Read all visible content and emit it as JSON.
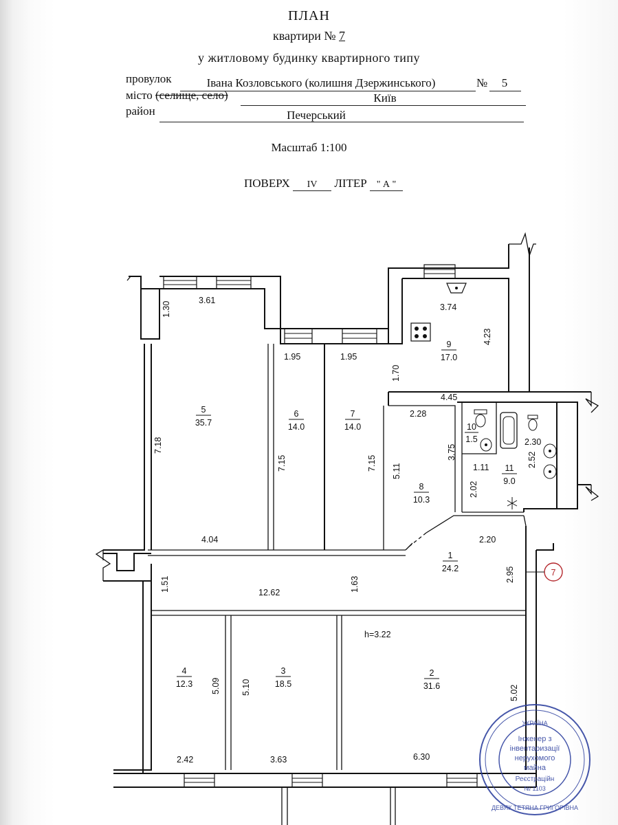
{
  "header": {
    "title": "ПЛАН",
    "apartment_label": "квартири №",
    "apartment_number": "7",
    "building_type": "у житловому будинку квартирного типу",
    "street_label": "провулок",
    "street_value": "Івана Козловського (колишня Дзержинського)",
    "number_label": "№",
    "number_value": "5",
    "city_label": "місто",
    "city_struck": "(селище, село)",
    "city_value": "Київ",
    "district_label": "район",
    "district_value": "Печерський",
    "scale": "Масштаб 1:100",
    "floor_label": "ПОВЕРХ",
    "floor_value": "IV",
    "letter_label": "ЛІТЕР",
    "letter_value": "А"
  },
  "plan": {
    "height_note": "h=3.22",
    "marker": "7",
    "rooms": [
      {
        "id": "1",
        "area": "24.2"
      },
      {
        "id": "2",
        "area": "31.6"
      },
      {
        "id": "3",
        "area": "18.5"
      },
      {
        "id": "4",
        "area": "12.3"
      },
      {
        "id": "5",
        "area": "35.7"
      },
      {
        "id": "6",
        "area": "14.0"
      },
      {
        "id": "7",
        "area": "14.0"
      },
      {
        "id": "8",
        "area": "10.3"
      },
      {
        "id": "9",
        "area": "17.0"
      },
      {
        "id": "10",
        "area": "1.5"
      },
      {
        "id": "11",
        "area": "9.0"
      }
    ],
    "dimensions": {
      "d_1_30": "1.30",
      "d_3_61": "3.61",
      "d_3_74": "3.74",
      "d_4_23": "4.23",
      "d_1_95a": "1.95",
      "d_1_95b": "1.95",
      "d_1_70": "1.70",
      "d_4_45": "4.45",
      "d_7_18": "7.18",
      "d_7_15a": "7.15",
      "d_7_15b": "7.15",
      "d_5_11": "5.11",
      "d_2_28": "2.28",
      "d_3_75": "3.75",
      "d_2_30": "2.30",
      "d_2_52": "2.52",
      "d_1_11": "1.11",
      "d_2_02": "2.02",
      "d_4_04": "4.04",
      "d_2_20": "2.20",
      "d_1_51": "1.51",
      "d_12_62": "12.62",
      "d_1_63": "1.63",
      "d_2_95": "2.95",
      "d_5_09": "5.09",
      "d_5_10": "5.10",
      "d_5_02": "5.02",
      "d_2_42": "2.42",
      "d_3_63": "3.63",
      "d_6_30": "6.30"
    }
  },
  "stamp": {
    "line1": "Інженер з",
    "line2": "інвентаризації",
    "line3": "нерухомого",
    "line4": "майна",
    "line5": "Реєстраційн",
    "line6": "№ 1103",
    "ring_top": "УКРАЇНА",
    "ring_bottom": "ДЕВЯК ТЕТЯНА ГРИГОРІВНА",
    "color": "#2c3f9e"
  }
}
